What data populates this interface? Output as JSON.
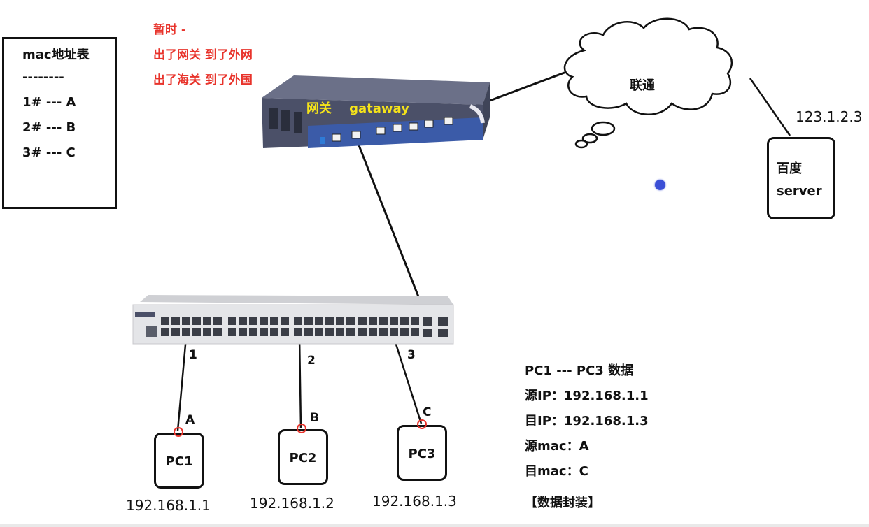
{
  "mac_table": {
    "title": "mac地址表",
    "separator": "--------",
    "entries": [
      "1# --- A",
      "2# --- B",
      "3# --- C"
    ]
  },
  "note": {
    "lines": [
      "暂时 -",
      "出了网关 到了外网",
      "出了海关 到了外国"
    ],
    "color": "#e8332b"
  },
  "gateway": {
    "label": "网关    gataway",
    "label_color": "#f4e21a"
  },
  "cloud": {
    "label": "联通"
  },
  "server": {
    "line1": "百度",
    "line2": "server",
    "ip": "123.1.2.3"
  },
  "switch": {
    "ports": [
      "1",
      "2",
      "3"
    ]
  },
  "pcs": [
    {
      "name": "PC1",
      "mac": "A",
      "ip": "192.168.1.1"
    },
    {
      "name": "PC2",
      "mac": "B",
      "ip": "192.168.1.2"
    },
    {
      "name": "PC3",
      "mac": "C",
      "ip": "192.168.1.3"
    }
  ],
  "packet_info": {
    "title": "PC1 --- PC3 数据",
    "src_ip": "源IP：192.168.1.1",
    "dst_ip": "目IP：192.168.1.3",
    "src_mac": "源mac：A",
    "dst_mac": "目mac：C",
    "footer": "【数据封装】"
  },
  "colors": {
    "port_marker": "#e8332b",
    "cursor": "#3b4fd6"
  }
}
